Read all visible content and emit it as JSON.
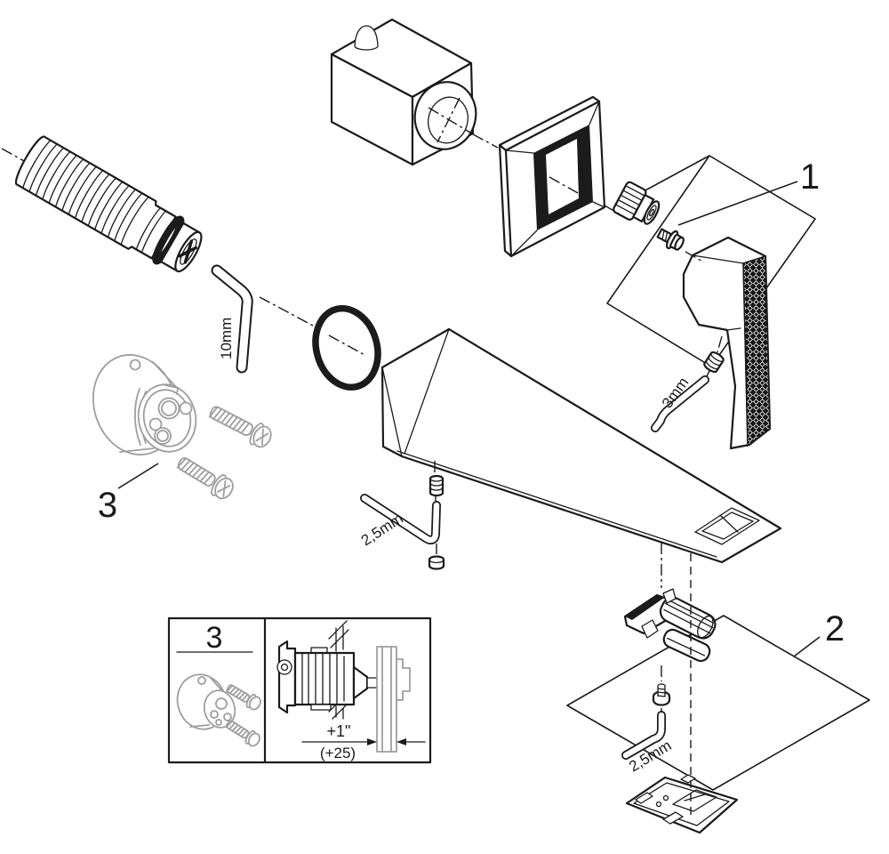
{
  "diagram": {
    "callouts": {
      "one": "1",
      "two": "2",
      "three": "3"
    },
    "tools": {
      "hex_10mm": "10mm",
      "hex_3mm": "3mm",
      "hex_2_5mm_spout": "2,5mm",
      "hex_2_5mm_aerator": "2,5mm"
    },
    "inset": {
      "number": "3",
      "dim_imperial": "+1\"",
      "dim_metric": "(+25)"
    },
    "colors": {
      "line": "#1b1b1b",
      "gray": "#9e9e9e",
      "bg": "#ffffff"
    }
  }
}
